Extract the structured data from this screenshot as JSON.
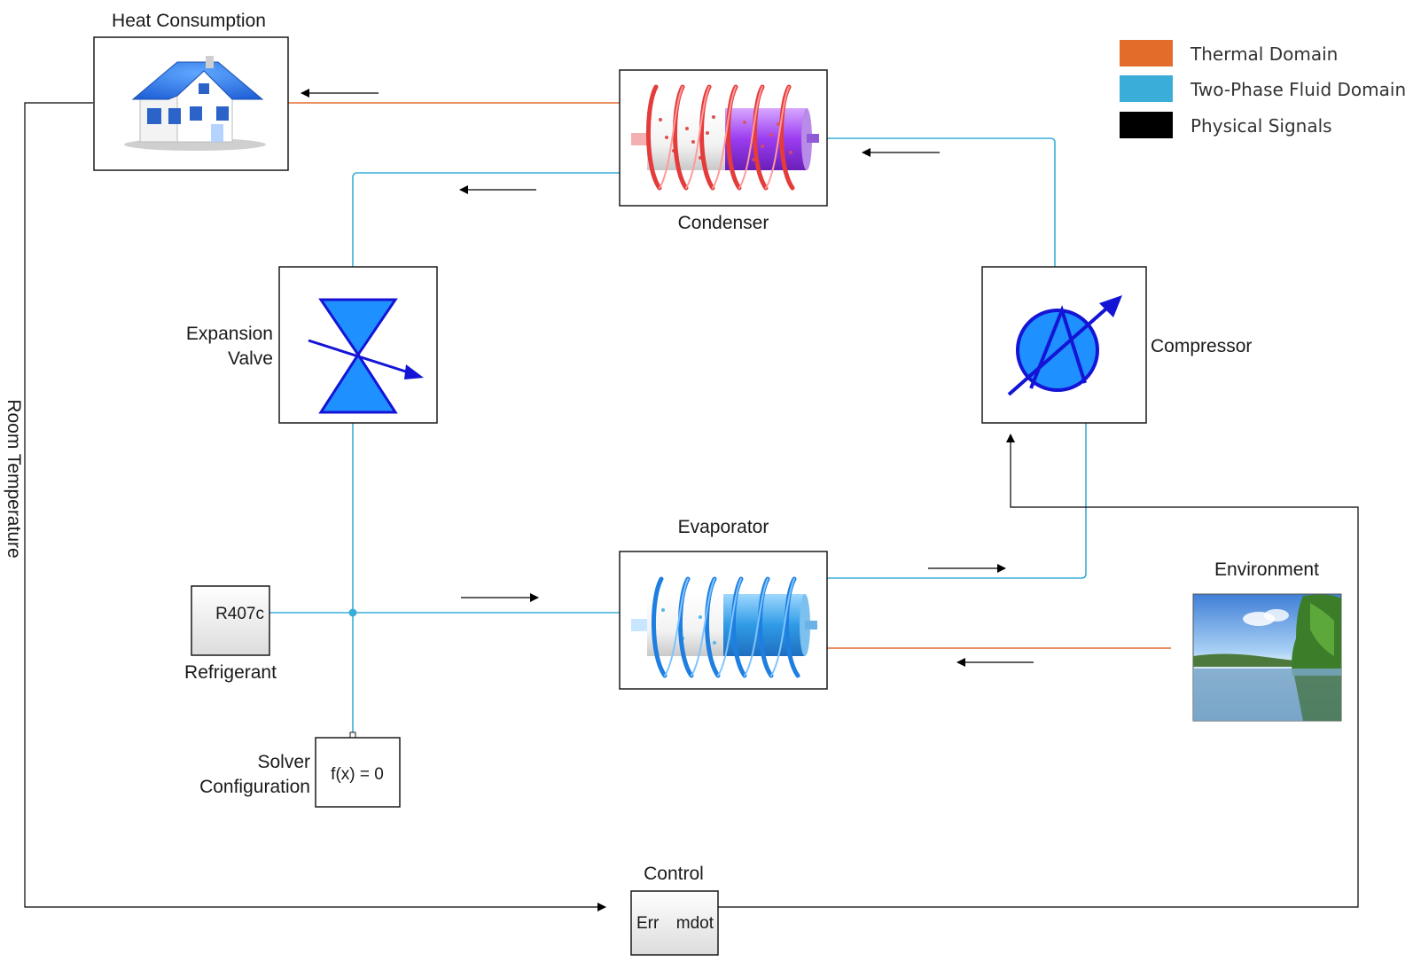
{
  "colors": {
    "thermal": "#e36c2b",
    "fluid": "#3aaed8",
    "signal": "#000000",
    "valve_fill": "#1e90ff",
    "valve_stroke": "#1414d6"
  },
  "legend": [
    {
      "label": "Thermal Domain",
      "color": "#e36c2b"
    },
    {
      "label": "Two-Phase Fluid Domain",
      "color": "#3aaed8"
    },
    {
      "label": "Physical Signals",
      "color": "#000000"
    }
  ],
  "blocks": {
    "heat_consumption": {
      "label": "Heat Consumption",
      "icon": "house-icon"
    },
    "condenser": {
      "label": "Condenser",
      "icon": "condenser-coil-icon"
    },
    "expansion_valve": {
      "label_line1": "Expansion",
      "label_line2": "Valve",
      "icon": "valve-icon"
    },
    "compressor": {
      "label": "Compressor",
      "icon": "compressor-icon"
    },
    "evaporator": {
      "label": "Evaporator",
      "icon": "evaporator-coil-icon"
    },
    "refrigerant": {
      "label": "Refrigerant",
      "value": "R407c"
    },
    "solver": {
      "label_line1": "Solver",
      "label_line2": "Configuration",
      "value": "f(x) = 0"
    },
    "environment": {
      "label": "Environment",
      "icon": "landscape-icon"
    },
    "control": {
      "label": "Control",
      "port_in": "Err",
      "port_out": "mdot"
    }
  },
  "signal_label": "Room Temperature"
}
